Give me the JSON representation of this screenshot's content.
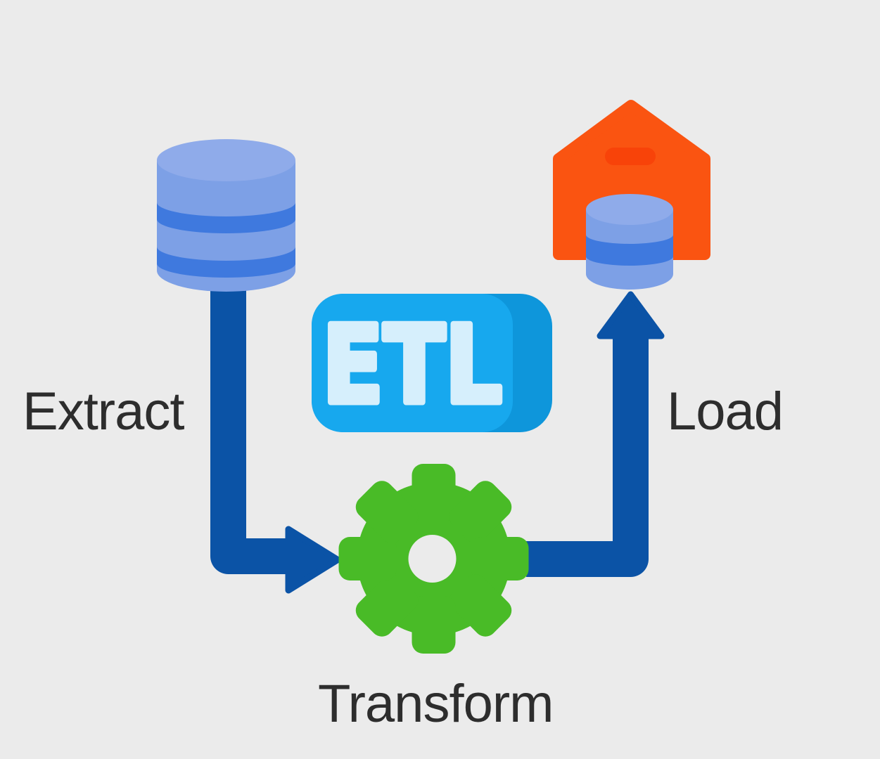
{
  "diagram": {
    "badge": {
      "text": "ETL"
    },
    "labels": {
      "extract": "Extract",
      "transform": "Transform",
      "load": "Load"
    },
    "icons": {
      "source": "database-icon",
      "transform_step": "gear-icon",
      "destination": "warehouse-icon",
      "destination_storage": "small-database-icon",
      "extract_flow": "elbow-arrow-right-icon",
      "load_flow": "elbow-arrow-up-icon"
    },
    "colors": {
      "background": "#ebebeb",
      "arrow": "#0b53a6",
      "db_top": "#8fabea",
      "db_body": "#7da0e6",
      "db_stripe": "#3f79de",
      "gear_dark": "#49bb27",
      "gear_light": "#58ca33",
      "badge_main": "#17a8ee",
      "badge_side": "#0e96db",
      "badge_text": "#d6effc",
      "house": "#fa5411",
      "house_vent": "#f84309",
      "label_text": "#2d2d2d"
    }
  }
}
